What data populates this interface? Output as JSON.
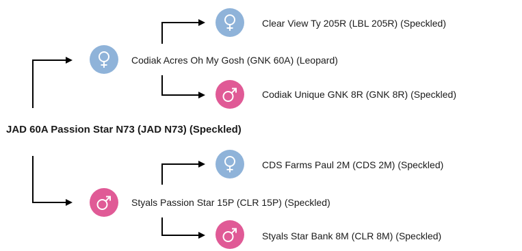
{
  "root": {
    "name": "JAD 60A Passion Star N73 (JAD N73) (Speckled)"
  },
  "dam": {
    "sex": "female",
    "icon": "female-symbol-icon",
    "name": "Codiak Acres Oh My Gosh (GNK 60A) (Leopard)",
    "dam": {
      "sex": "female",
      "icon": "female-symbol-icon",
      "name": "Clear View Ty 205R (LBL 205R) (Speckled)"
    },
    "sire": {
      "sex": "male",
      "icon": "male-symbol-icon",
      "name": "Codiak Unique GNK 8R (GNK 8R) (Speckled)"
    }
  },
  "sire": {
    "sex": "male",
    "icon": "male-symbol-icon",
    "name": "Styals Passion Star 15P (CLR 15P) (Speckled)",
    "dam": {
      "sex": "female",
      "icon": "female-symbol-icon",
      "name": "CDS Farms Paul 2M (CDS 2M) (Speckled)"
    },
    "sire": {
      "sex": "male",
      "icon": "male-symbol-icon",
      "name": "Styals Star Bank 8M (CLR 8M) (Speckled)"
    }
  },
  "colors": {
    "female": "#8fb3d9",
    "male": "#e05a96",
    "line": "#000000"
  }
}
